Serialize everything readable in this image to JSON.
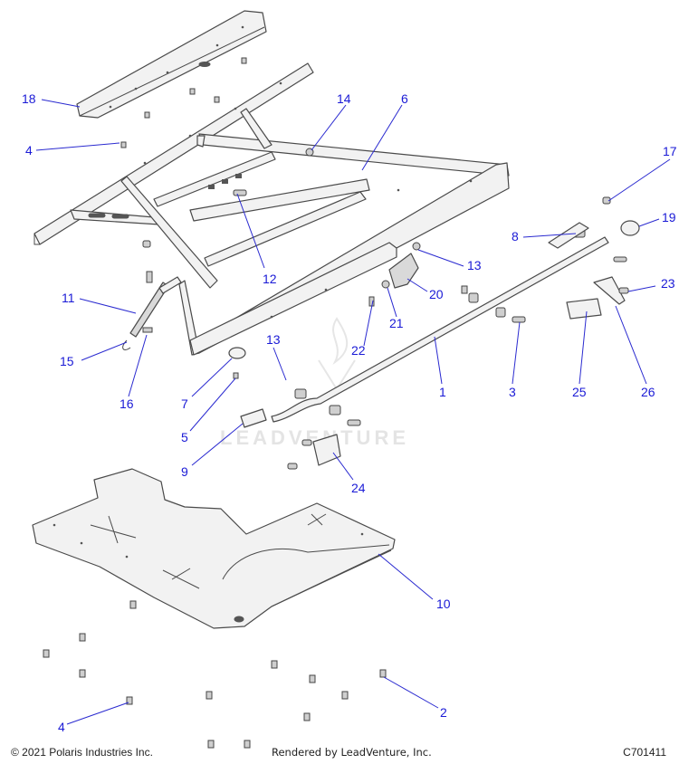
{
  "callouts": [
    {
      "id": "18",
      "label": "18"
    },
    {
      "id": "4a",
      "label": "4"
    },
    {
      "id": "14",
      "label": "14"
    },
    {
      "id": "6",
      "label": "6"
    },
    {
      "id": "17",
      "label": "17"
    },
    {
      "id": "19",
      "label": "19"
    },
    {
      "id": "8",
      "label": "8"
    },
    {
      "id": "13a",
      "label": "13"
    },
    {
      "id": "12",
      "label": "12"
    },
    {
      "id": "23",
      "label": "23"
    },
    {
      "id": "20",
      "label": "20"
    },
    {
      "id": "11",
      "label": "11"
    },
    {
      "id": "21",
      "label": "21"
    },
    {
      "id": "22",
      "label": "22"
    },
    {
      "id": "15",
      "label": "15"
    },
    {
      "id": "13b",
      "label": "13"
    },
    {
      "id": "16",
      "label": "16"
    },
    {
      "id": "7",
      "label": "7"
    },
    {
      "id": "1",
      "label": "1"
    },
    {
      "id": "3",
      "label": "3"
    },
    {
      "id": "25",
      "label": "25"
    },
    {
      "id": "26",
      "label": "26"
    },
    {
      "id": "5",
      "label": "5"
    },
    {
      "id": "9",
      "label": "9"
    },
    {
      "id": "24",
      "label": "24"
    },
    {
      "id": "10",
      "label": "10"
    },
    {
      "id": "2",
      "label": "2"
    },
    {
      "id": "4b",
      "label": "4"
    }
  ],
  "watermark": "LEADVENTURE",
  "footer": {
    "copyright": "© 2021 Polaris Industries Inc.",
    "rendered_by": "Rendered by LeadVenture, Inc.",
    "code": "C701411"
  },
  "colors": {
    "callout": "#1a1ad6",
    "part_fill": "#f2f2f2",
    "outline": "#4a4a4a"
  }
}
